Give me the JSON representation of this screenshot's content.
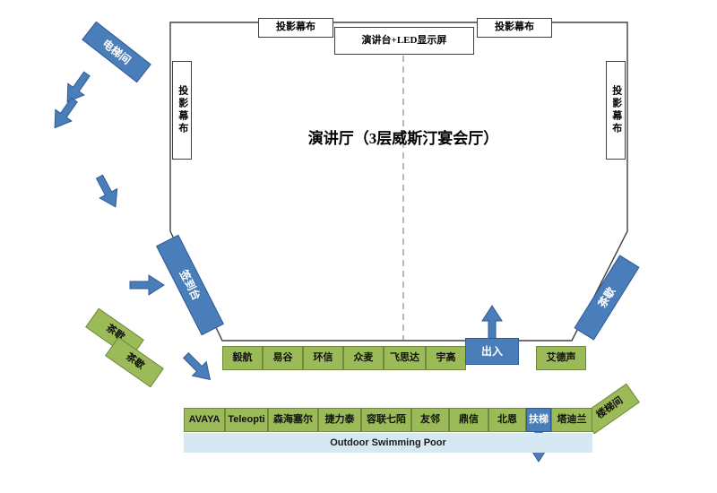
{
  "title": "演讲厅（3层威斯汀宴会厅）",
  "top": {
    "screen_left": "投影幕布",
    "podium": "演讲台+LED显示屏",
    "screen_right": "投影幕布"
  },
  "sides": {
    "screen_left": "投影幕布",
    "screen_right": "投影幕布"
  },
  "areas": {
    "elevator": "电梯间",
    "checkin": "签到台",
    "tea_right": "茶歇",
    "tea_left1": "茶歇",
    "tea_left2": "茶歇",
    "stairwell": "楼梯间",
    "entrance": "出入",
    "escalator": "扶梯"
  },
  "booths_row1": [
    "毅航",
    "易谷",
    "环信",
    "众麦",
    "飞思达",
    "宇高",
    "艾德声"
  ],
  "booths_row2": [
    "AVAYA",
    "Teleopti",
    "森海塞尔",
    "捷力泰",
    "容联七陌",
    "友邻",
    "鼎信",
    "北恩",
    "塔迪兰"
  ],
  "pool": "Outdoor Swimming Poor",
  "colors": {
    "blue": "#4a7ebb",
    "green": "#9bbb59",
    "pool_band": "#d6e9f2"
  }
}
